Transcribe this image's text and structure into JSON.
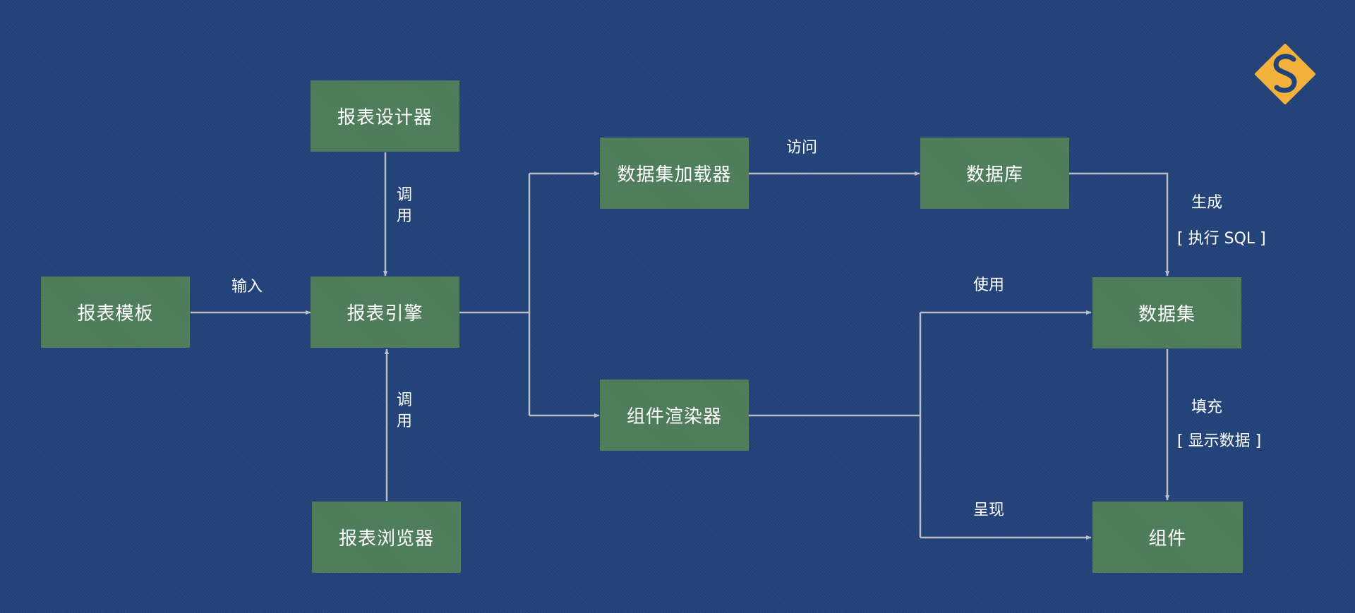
{
  "colors": {
    "background": "#22427a",
    "node_fill": "#4d7c5a",
    "edge": "#b8bcc6",
    "logo": "#f2b13a"
  },
  "nodes": {
    "template": "报表模板",
    "designer": "报表设计器",
    "engine": "报表引擎",
    "browser": "报表浏览器",
    "dataset_loader": "数据集加载器",
    "component_renderer": "组件渲染器",
    "database": "数据库",
    "dataset": "数据集",
    "component": "组件"
  },
  "edge_labels": {
    "input": "输入",
    "call_top": "调用",
    "call_bottom": "调用",
    "access": "访问",
    "generate": "生成",
    "execute_sql": "[ 执行 SQL ]",
    "use": "使用",
    "fill": "填充",
    "show_data": "[ 显示数据 ]",
    "present": "呈现"
  },
  "logo": {
    "icon": "s-diamond-logo-icon"
  }
}
